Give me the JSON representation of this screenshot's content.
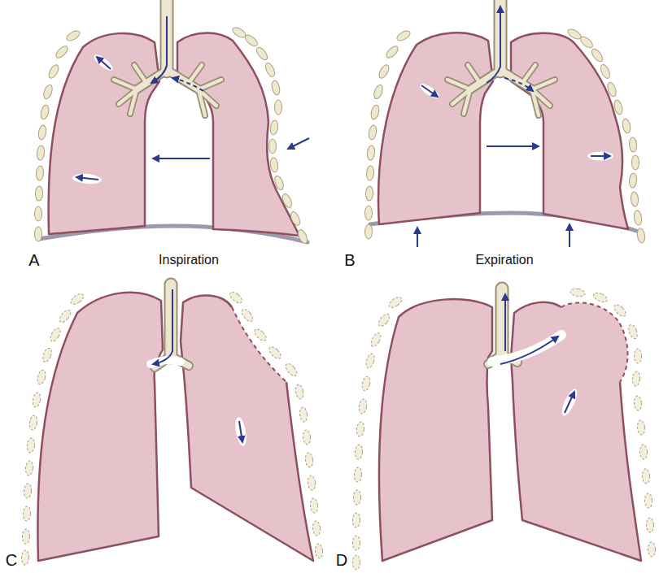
{
  "diagram": {
    "labels": [
      "A",
      "Inspiration",
      "B",
      "Expiration",
      "C",
      "D"
    ]
  }
}
